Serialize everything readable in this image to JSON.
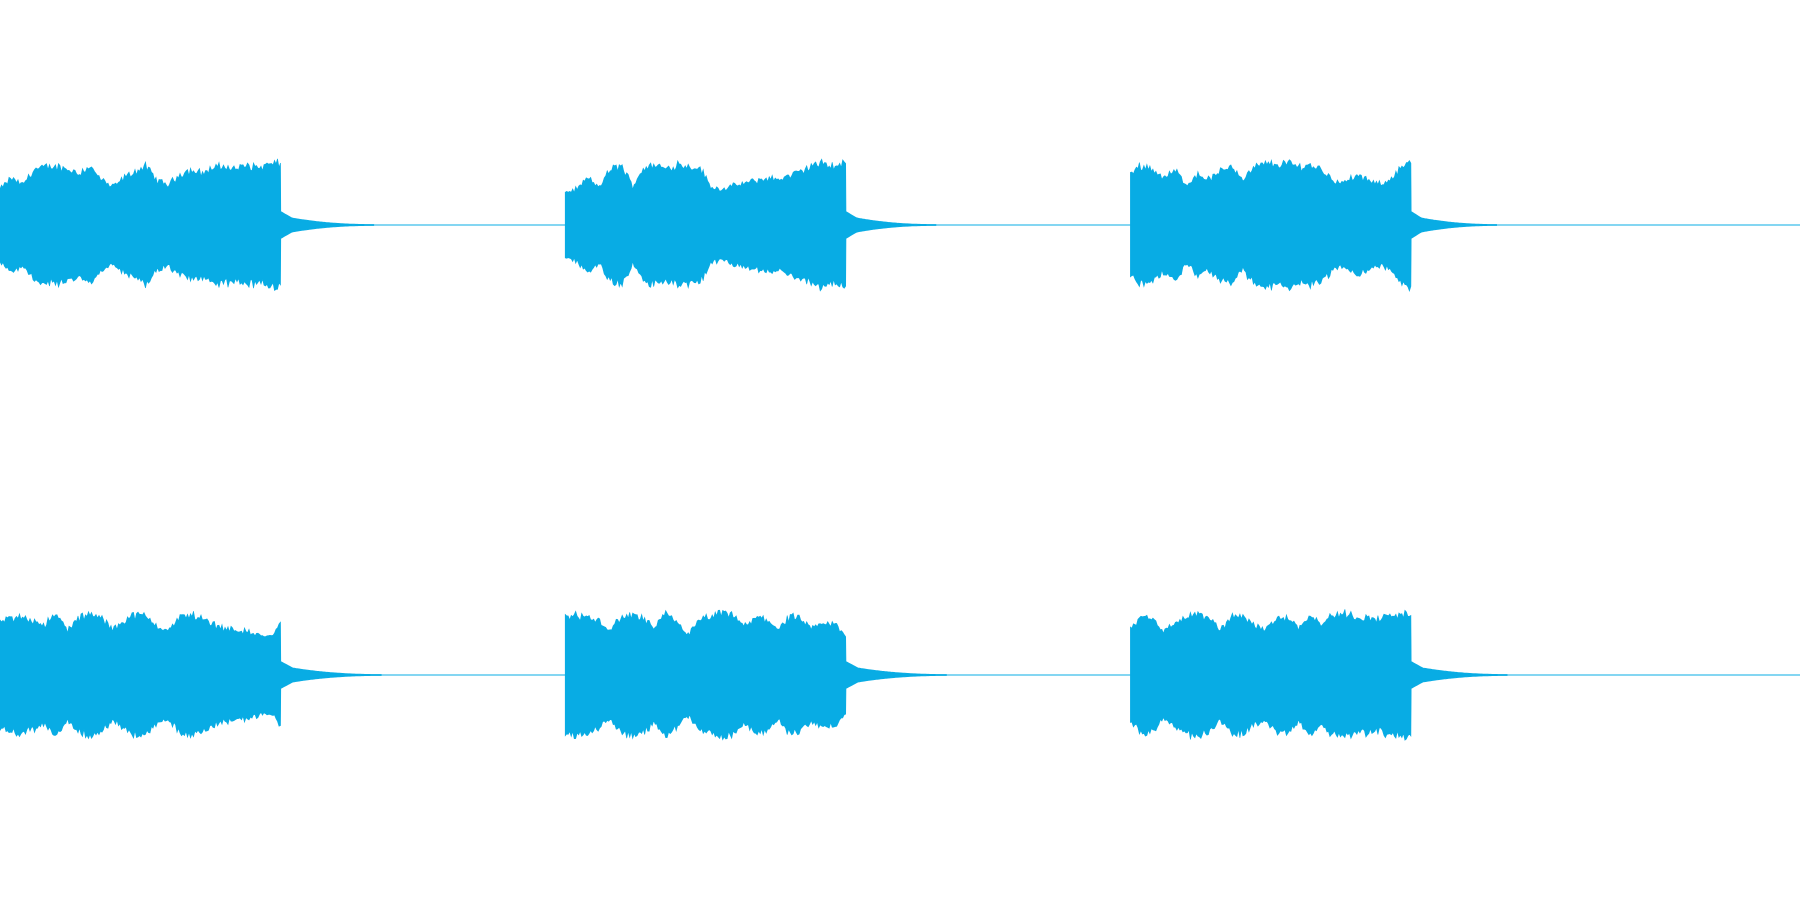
{
  "colors": {
    "waveform": "#08ace4",
    "background": "#ffffff"
  },
  "chart_data": {
    "type": "area",
    "ylim": [
      -1,
      1
    ],
    "grid": false,
    "legend": "none",
    "channels": [
      {
        "bursts": [
          {
            "start": 0.0,
            "end": 0.156,
            "tail_end": 0.208,
            "peak": 0.95,
            "envelope": [
              0.55,
              0.72,
              0.62,
              0.85,
              0.88,
              0.9,
              0.86,
              0.8,
              0.9,
              0.7,
              0.58,
              0.72,
              0.82,
              0.9,
              0.68,
              0.62,
              0.78,
              0.84,
              0.8,
              0.88,
              0.9,
              0.86,
              0.92,
              0.88,
              0.93,
              0.95
            ]
          },
          {
            "start": 0.314,
            "end": 0.47,
            "tail_end": 0.52,
            "peak": 0.95,
            "envelope": [
              0.5,
              0.55,
              0.72,
              0.58,
              0.85,
              0.92,
              0.6,
              0.88,
              0.92,
              0.86,
              0.94,
              0.9,
              0.88,
              0.58,
              0.55,
              0.6,
              0.64,
              0.68,
              0.72,
              0.7,
              0.76,
              0.82,
              0.92,
              0.94,
              0.9,
              0.95
            ]
          },
          {
            "start": 0.628,
            "end": 0.784,
            "tail_end": 0.832,
            "peak": 0.95,
            "envelope": [
              0.8,
              0.92,
              0.86,
              0.72,
              0.84,
              0.62,
              0.78,
              0.7,
              0.82,
              0.92,
              0.7,
              0.88,
              0.94,
              0.93,
              0.95,
              0.9,
              0.92,
              0.86,
              0.7,
              0.64,
              0.76,
              0.7,
              0.62,
              0.68,
              0.88,
              0.95
            ]
          }
        ]
      },
      {
        "bursts": [
          {
            "start": 0.0,
            "end": 0.156,
            "tail_end": 0.212,
            "peak": 0.95,
            "envelope": [
              0.82,
              0.86,
              0.9,
              0.84,
              0.78,
              0.92,
              0.7,
              0.86,
              0.94,
              0.88,
              0.7,
              0.84,
              0.92,
              0.9,
              0.76,
              0.68,
              0.88,
              0.94,
              0.86,
              0.78,
              0.72,
              0.7,
              0.66,
              0.62,
              0.58,
              0.78
            ]
          },
          {
            "start": 0.314,
            "end": 0.47,
            "tail_end": 0.526,
            "peak": 0.95,
            "envelope": [
              0.9,
              0.92,
              0.88,
              0.82,
              0.7,
              0.88,
              0.92,
              0.86,
              0.72,
              0.94,
              0.8,
              0.62,
              0.84,
              0.9,
              0.94,
              0.92,
              0.74,
              0.88,
              0.86,
              0.7,
              0.9,
              0.84,
              0.7,
              0.8,
              0.78,
              0.6
            ]
          },
          {
            "start": 0.628,
            "end": 0.784,
            "tail_end": 0.838,
            "peak": 0.95,
            "envelope": [
              0.7,
              0.92,
              0.88,
              0.66,
              0.8,
              0.9,
              0.94,
              0.86,
              0.7,
              0.88,
              0.92,
              0.78,
              0.7,
              0.86,
              0.9,
              0.72,
              0.95,
              0.78,
              0.92,
              0.94,
              0.9,
              0.88,
              0.86,
              0.9,
              0.94,
              0.95
            ]
          }
        ]
      }
    ]
  }
}
